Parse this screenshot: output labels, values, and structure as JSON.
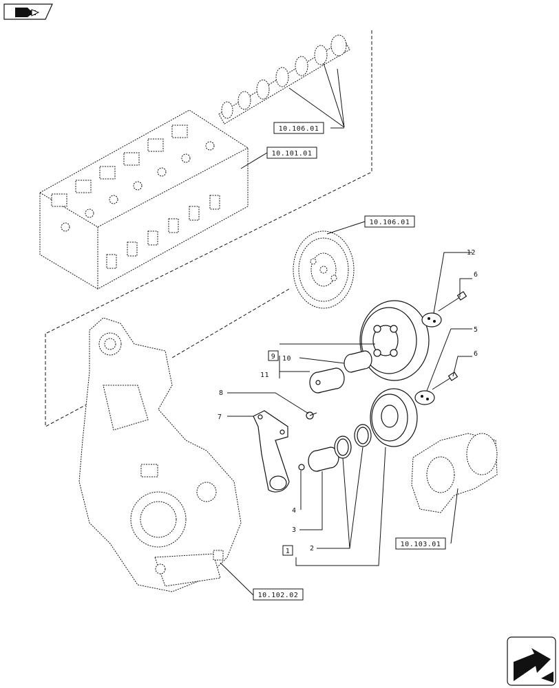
{
  "refs": {
    "camshaft": "10.106.01",
    "cylinder_head": "10.101.01",
    "cam_gear": "10.106.01",
    "crankshaft": "10.103.01",
    "flywheel_housing": "10.102.02"
  },
  "callouts": {
    "c1": "1",
    "c2": "2",
    "c3": "3",
    "c4": "4",
    "c5": "5",
    "c6a": "6",
    "c6b": "6",
    "c7": "7",
    "c8": "8",
    "c9": "9",
    "c10": "10",
    "c11": "11",
    "c12": "12"
  },
  "icons": {
    "top_left": "book-arrow-icon",
    "bottom_right": "next-page-arrow-icon"
  }
}
